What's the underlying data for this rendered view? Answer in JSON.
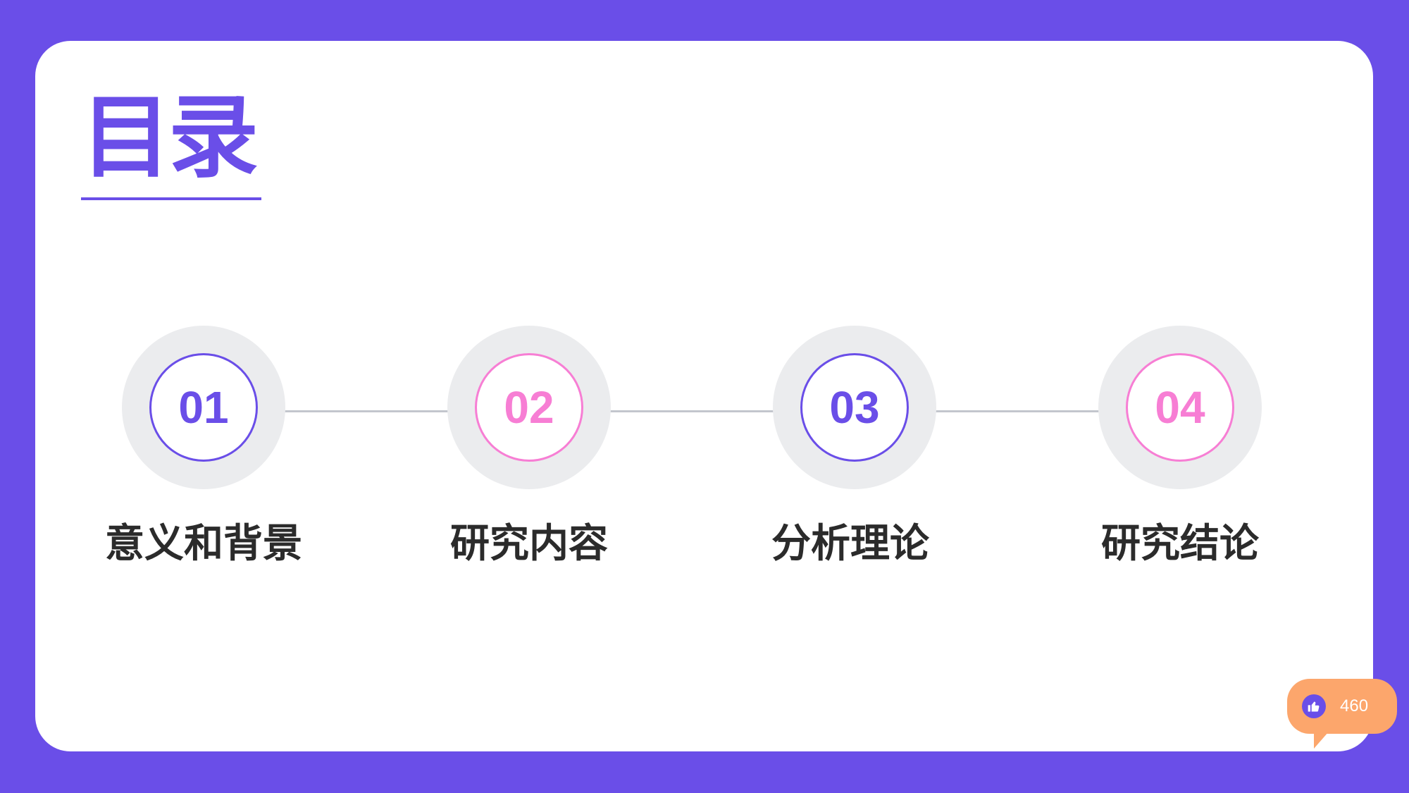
{
  "slide": {
    "title": "目录",
    "steps": [
      {
        "number": "01",
        "label": "意义和背景",
        "color": "#6a4ee8"
      },
      {
        "number": "02",
        "label": "研究内容",
        "color": "#f77ed4"
      },
      {
        "number": "03",
        "label": "分析理论",
        "color": "#6a4ee8"
      },
      {
        "number": "04",
        "label": "研究结论",
        "color": "#f77ed4"
      }
    ]
  },
  "like_badge": {
    "icon": "thumbs-up-icon",
    "count": "460"
  },
  "colors": {
    "accent": "#6a4ee8",
    "pink": "#f77ed4",
    "badge": "#fca66c"
  }
}
